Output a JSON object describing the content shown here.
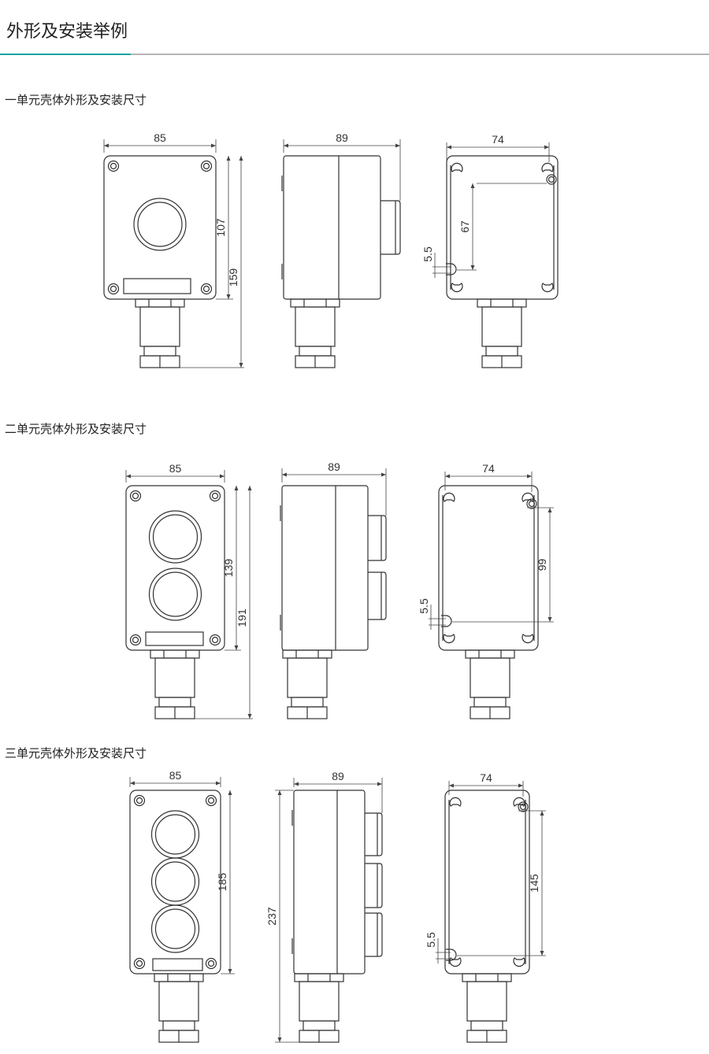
{
  "header": {
    "title": "外形及安装举例",
    "accent_color": "#1aa3a0"
  },
  "sections": [
    {
      "label": "一单元壳体外形及安装尺寸",
      "units": 1,
      "front": {
        "width": "85",
        "height_box": "107",
        "height_total": "159"
      },
      "side": {
        "depth": "89"
      },
      "back": {
        "width": "74",
        "hole_spacing": "67",
        "hole_dia": "5.5"
      }
    },
    {
      "label": "二单元壳体外形及安装尺寸",
      "units": 2,
      "front": {
        "width": "85",
        "height_box": "139",
        "height_total": "191"
      },
      "side": {
        "depth": "89"
      },
      "back": {
        "width": "74",
        "hole_spacing": "99",
        "hole_dia": "5.5"
      }
    },
    {
      "label": "三单元壳体外形及安装尺寸",
      "units": 3,
      "front": {
        "width": "85",
        "height_box": "185"
      },
      "side": {
        "depth": "89",
        "height_total": "237"
      },
      "back": {
        "width": "74",
        "hole_spacing": "145",
        "hole_dia": "5.5"
      }
    }
  ]
}
